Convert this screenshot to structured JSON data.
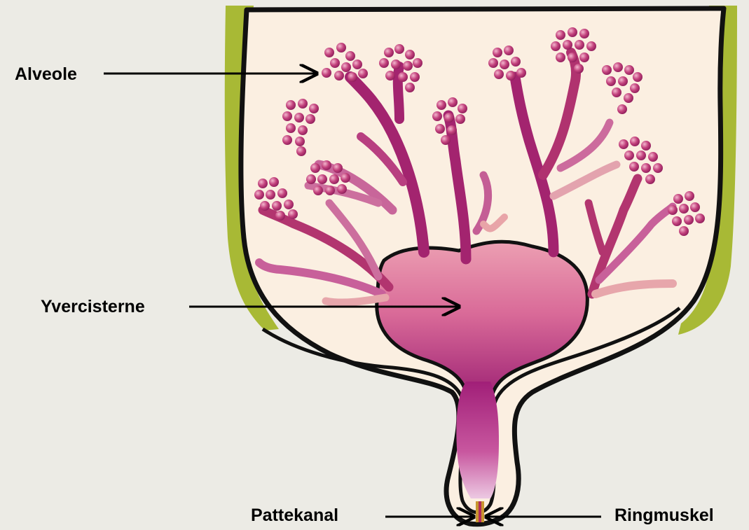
{
  "labels": {
    "alveole": "Alveole",
    "yvercisterne": "Yvercisterne",
    "pattekanal": "Pattekanal",
    "ringmuskel": "Ringmuskel"
  },
  "colors": {
    "background": "#ecebe5",
    "tissue": "#fbefe1",
    "skin_green": "#a7b832",
    "outline": "#111111",
    "cistern_top": "#e79ab6",
    "cistern_bottom": "#9b1f73",
    "duct_pink": "#c0397e",
    "alveolus": "#b8326f"
  }
}
